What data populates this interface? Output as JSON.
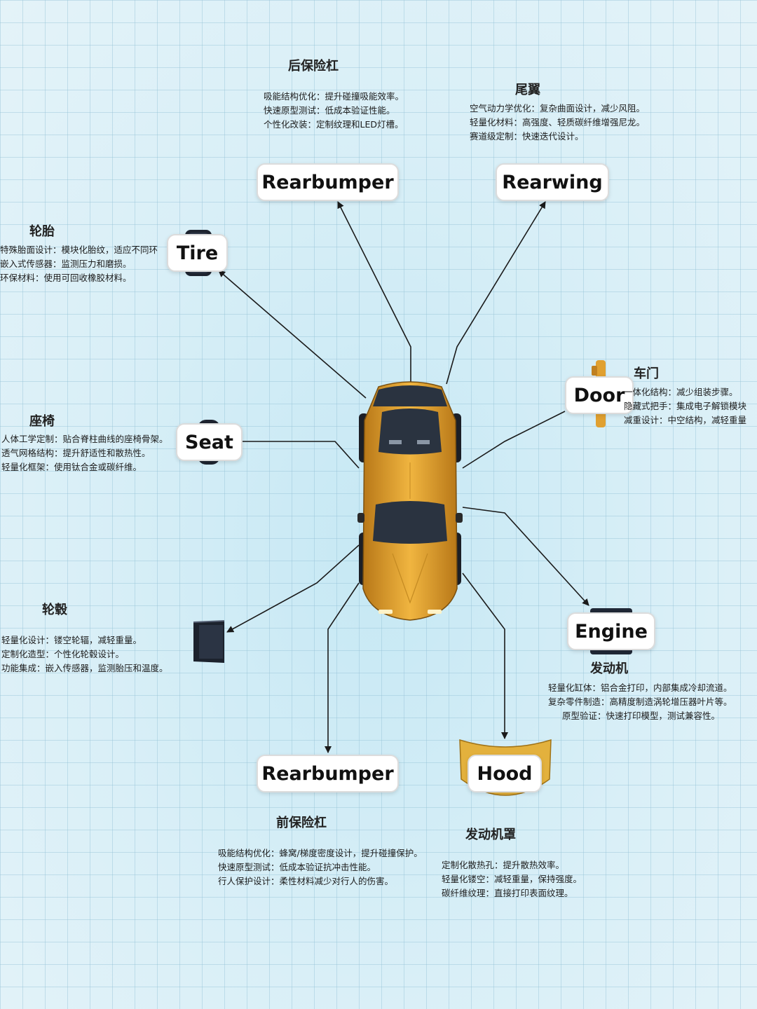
{
  "colors": {
    "background": "#d9eff7",
    "grid": "#96c3d7",
    "car_body": "#e0a030",
    "car_glass": "#2a3340",
    "connector": "#1a1a1a"
  },
  "parts": {
    "rear_bumper": {
      "label": "Rearbumper",
      "title": "后保险杠",
      "lines": [
        "吸能结构优化：提升碰撞吸能效率。",
        "快速原型测试：低成本验证性能。",
        "个性化改装：定制纹理和LED灯槽。"
      ]
    },
    "rear_wing": {
      "label": "Rearwing",
      "title": "尾翼",
      "lines": [
        "空气动力学优化：复杂曲面设计，减少风阻。",
        "轻量化材料：高强度、轻质碳纤维增强尼龙。",
        "赛道级定制：快速迭代设计。"
      ]
    },
    "tire": {
      "label": "Tire",
      "title": "轮胎",
      "lines": [
        "特殊胎面设计：模块化胎纹，适应不同环",
        "嵌入式传感器：监测压力和磨损。",
        "环保材料：使用可回收橡胶材料。"
      ]
    },
    "door": {
      "label": "Door",
      "title": "车门",
      "lines": [
        "一体化结构：减少组装步骤。",
        "隐藏式把手：集成电子解锁模块",
        "减重设计：中空结构，减轻重量"
      ]
    },
    "seat": {
      "label": "Seat",
      "title": "座椅",
      "lines": [
        "人体工学定制：贴合脊柱曲线的座椅骨架。",
        "透气网格结构：提升舒适性和散热性。",
        "轻量化框架：使用钛合金或碳纤维。"
      ]
    },
    "wheel_hub": {
      "title": "轮毂",
      "lines": [
        "轻量化设计：镂空轮辐，减轻重量。",
        "定制化造型：个性化轮毂设计。",
        "功能集成：嵌入传感器，监测胎压和温度。"
      ]
    },
    "engine": {
      "label": "Engine",
      "title": "发动机",
      "lines": [
        "轻量化缸体：铝合金打印，内部集成冷却流道。",
        "复杂零件制造：高精度制造涡轮增压器叶片等。",
        "原型验证：快速打印模型，测试兼容性。"
      ]
    },
    "front_bumper": {
      "label": "Rearbumper",
      "title": "前保险杠",
      "lines": [
        "吸能结构优化：蜂窝/梯度密度设计，提升碰撞保护。",
        "快速原型测试：低成本验证抗冲击性能。",
        "行人保护设计：柔性材料减少对行人的伤害。"
      ]
    },
    "hood": {
      "label": "Hood",
      "title": "发动机罩",
      "lines": [
        "定制化散热孔：提升散热效率。",
        "轻量化镂空：减轻重量，保持强度。",
        "碳纤维纹理：直接打印表面纹理。"
      ]
    }
  }
}
